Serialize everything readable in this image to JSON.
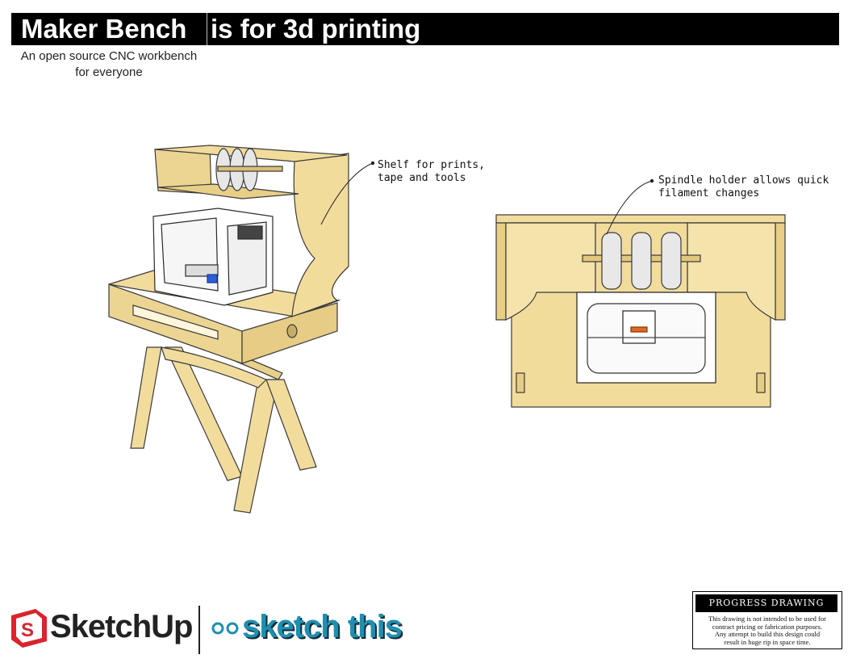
{
  "header": {
    "title": "Maker Bench",
    "title_suffix": "is for 3d printing",
    "subtitle_line1": "An open source CNC workbench",
    "subtitle_line2": "for everyone"
  },
  "callouts": {
    "shelf_line1": "Shelf for prints,",
    "shelf_line2": "tape and tools",
    "spindle_line1": "Spindle holder allows quick",
    "spindle_line2": "filament changes"
  },
  "footer": {
    "brand_sketchup": "SketchUp",
    "brand_sketchthis": "sketch this",
    "stamp_title": "PROGRESS DRAWING",
    "stamp_line1": "This drawing is not intended to be used for",
    "stamp_line2": "contract pricing or fabrication purposes.",
    "stamp_line3": "Any attempt to build this design could",
    "stamp_line4": "result in huge rip in space time."
  },
  "colors": {
    "plywood": "#f2dc9c",
    "plywood_edge": "#d9bf76",
    "outline": "#3a3a3a",
    "brand_red": "#d7262d",
    "brand_blue": "#1f8fb0"
  },
  "icons": [
    "sketchup-logo-icon",
    "gear-icon"
  ]
}
